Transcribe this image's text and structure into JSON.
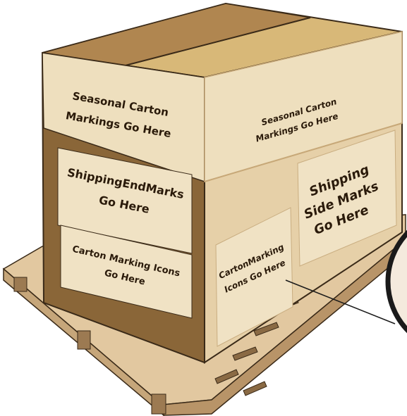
{
  "labels": {
    "seasonal_end_1": "Seasonal Carton",
    "seasonal_end_2": "Markings Go Here",
    "seasonal_side_1": "Seasonal Carton",
    "seasonal_side_2": "Markings Go Here",
    "shipping_end_1": "ShippingEndMarks",
    "shipping_end_2": "Go Here",
    "icons_end_1": "Carton Marking Icons",
    "icons_end_2": "Go Here",
    "icons_side_1": "CartonMarking",
    "icons_side_2": "Icons Go Here",
    "shipping_side_1": "Shipping",
    "shipping_side_2": "Side Marks",
    "shipping_side_3": "Go Here"
  },
  "colors": {
    "box_top_left": "#b08650",
    "box_top_right": "#d8b878",
    "box_front": "#8a6638",
    "box_side": "#e6d0a8",
    "label_bg": "#f0e2c4",
    "pallet": "#e2c8a0",
    "pallet_dark": "#9c7a52"
  }
}
